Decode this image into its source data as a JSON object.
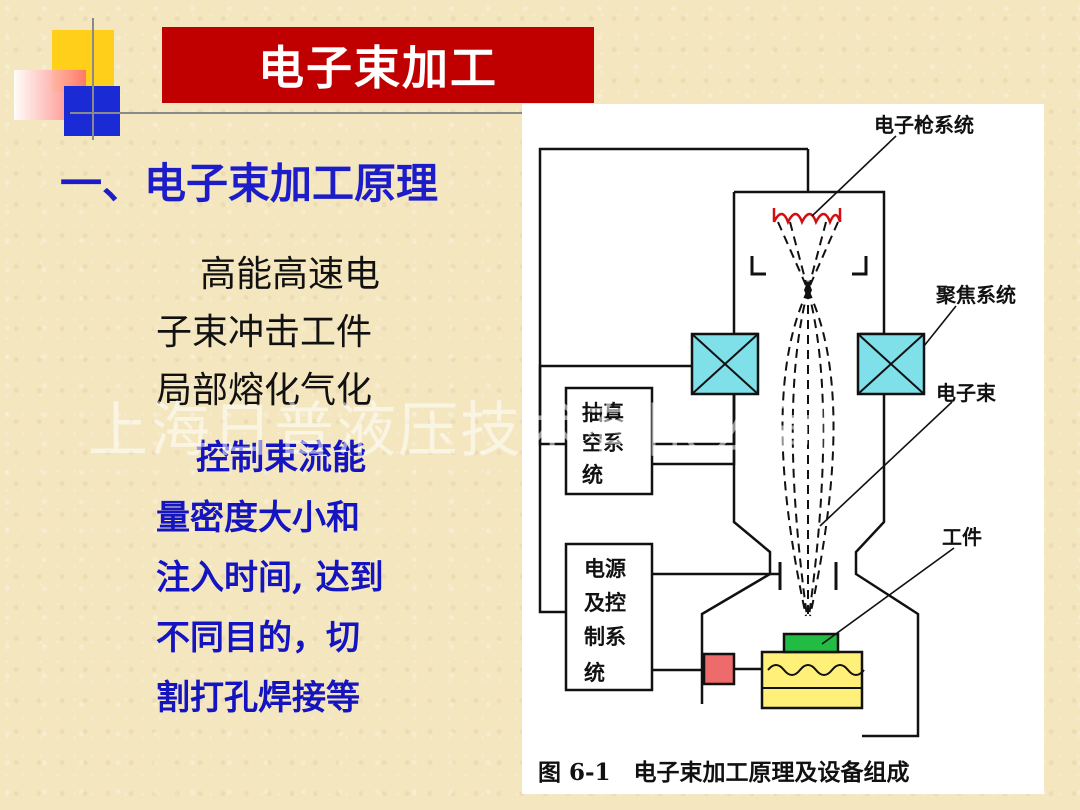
{
  "slide": {
    "title": "电子束加工",
    "heading": "一、电子束加工原理",
    "body_black": [
      "高能高速电",
      "子束冲击工件",
      "局部熔化气化"
    ],
    "body_blue": [
      "控制束流能",
      "量密度大小和",
      "注入时间, 达到",
      "不同目的，切",
      "割打孔焊接等"
    ],
    "watermark": "上海日普液压技术有限公司"
  },
  "diagram": {
    "labels": {
      "gun": "电子枪系统",
      "focus": "聚焦系统",
      "beam": "电子束",
      "workpiece": "工件"
    },
    "vacuum_box": [
      "抽真",
      "空系",
      "统"
    ],
    "power_box": [
      "电源",
      "及控",
      "制系",
      "统"
    ],
    "caption": "图 6-1　电子束加工原理及设备组成"
  },
  "colors": {
    "title_bg": "#c00000",
    "heading": "#1c1cc8",
    "magnet": "#7fe0ea",
    "workpiece": "#22bb44",
    "table": "#fff07a",
    "sensor": "#ee6b6b",
    "filament": "#d01010"
  }
}
